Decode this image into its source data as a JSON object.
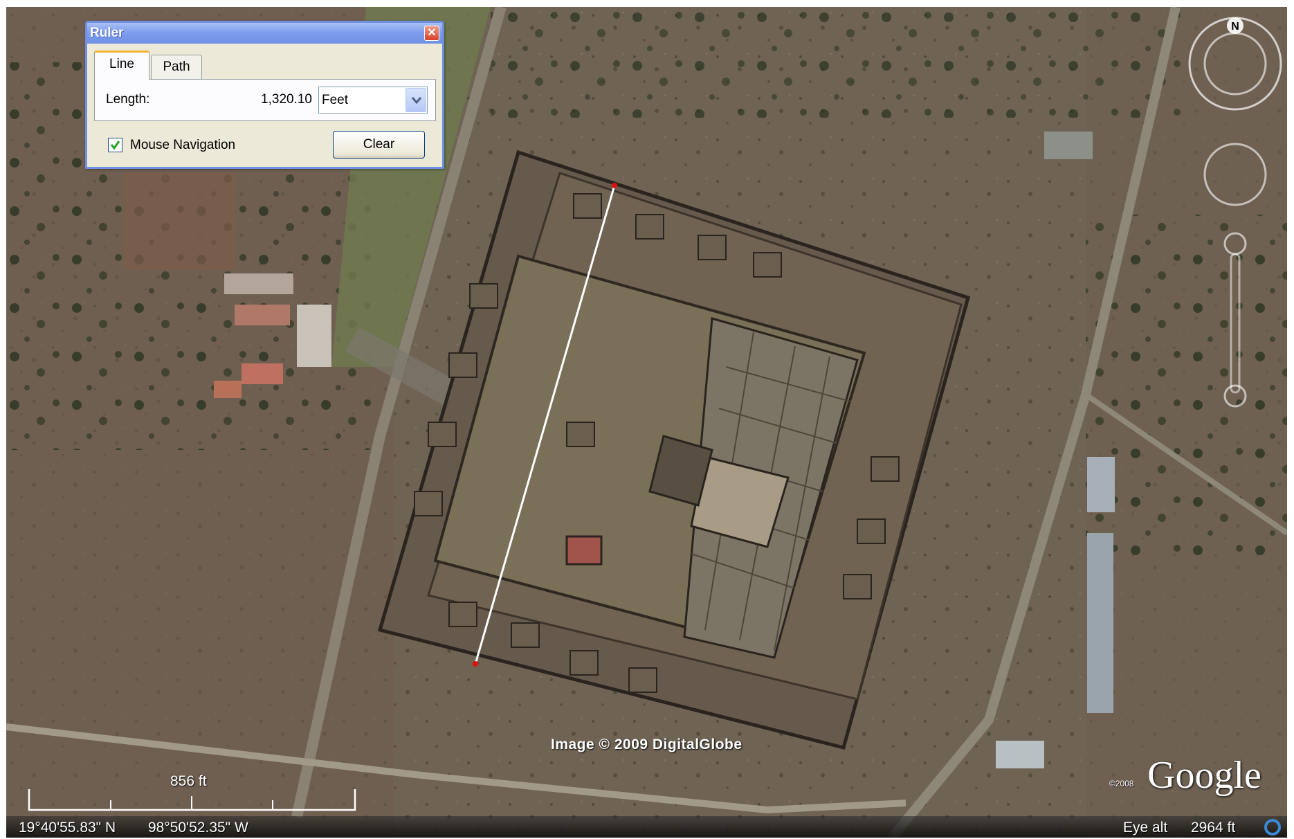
{
  "ruler": {
    "title": "Ruler",
    "close_glyph": "✕",
    "tabs": [
      {
        "label": "Line",
        "active": true
      },
      {
        "label": "Path",
        "active": false
      }
    ],
    "length_label": "Length:",
    "length_value": "1,320.10",
    "unit": {
      "selected": "Feet"
    },
    "mouse_navigation": {
      "label": "Mouse Navigation",
      "checked": true
    },
    "clear_label": "Clear"
  },
  "map": {
    "copyright": "Image © 2009 DigitalGlobe",
    "logo_small": "©2008",
    "logo": "Google",
    "scale_label": "856 ft",
    "compass_letter": "N"
  },
  "status": {
    "latitude": "19°40'55.83\" N",
    "longitude": "98°50'52.35\" W",
    "eye_alt_label": "Eye alt",
    "eye_alt_value": "2964 ft"
  },
  "colors": {
    "terrain": "#6f6354",
    "ruler_line": "#ffffff",
    "ruler_endpoint": "#e01010",
    "title_bar": "#7f9eee"
  },
  "icons": {
    "close": "close-icon",
    "dropdown": "chevron-down-icon",
    "checkbox": "checkmark-icon",
    "compass": "compass-icon",
    "look": "look-joystick-icon",
    "zoom": "zoom-slider-icon",
    "status": "streaming-indicator-icon"
  }
}
